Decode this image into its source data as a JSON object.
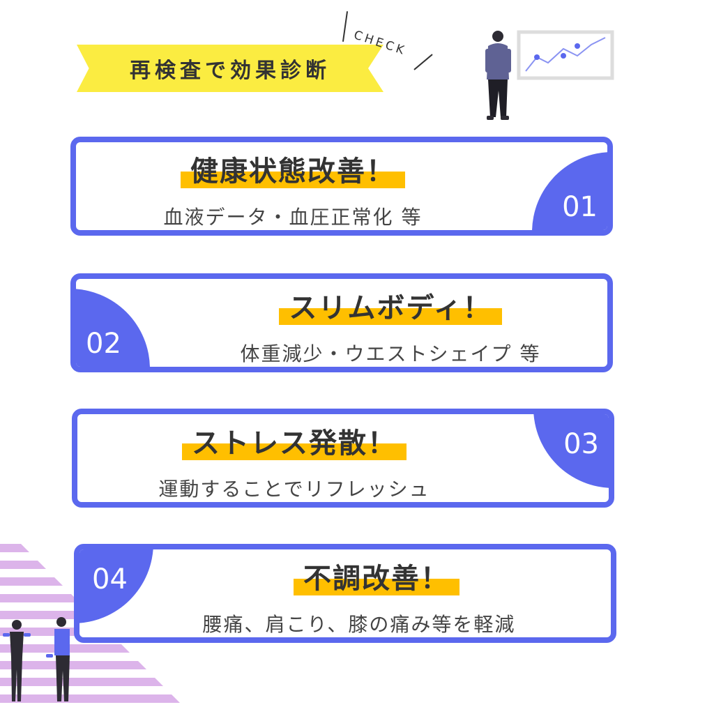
{
  "header": {
    "banner_title": "再検査で効果診断",
    "check_label": "CHECK"
  },
  "cards": [
    {
      "number": "01",
      "title": "健康状態改善！",
      "subtitle": "血液データ・血圧正常化 等"
    },
    {
      "number": "02",
      "title": "スリムボディ！",
      "subtitle": "体重減少・ウエストシェイプ 等"
    },
    {
      "number": "03",
      "title": "ストレス発散！",
      "subtitle": "運動することでリフレッシュ"
    },
    {
      "number": "04",
      "title": "不調改善！",
      "subtitle": "腰痛、肩こり、膝の痛み等を軽減"
    }
  ],
  "colors": {
    "accent_blue": "#5b68ee",
    "highlight_yellow": "#ffbf00",
    "banner_yellow": "#fbec41",
    "stripe_lilac": "#dcb4ea"
  },
  "icons": {
    "presenter": "person-chart-illustration",
    "exercise": "people-exercising-illustration"
  }
}
